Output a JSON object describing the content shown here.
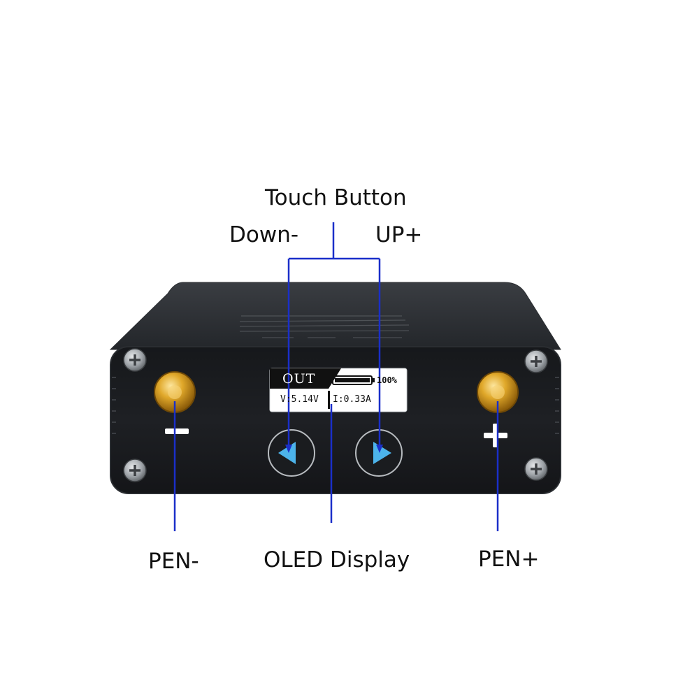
{
  "labels": {
    "touch_button": "Touch Button",
    "down": "Down-",
    "up": "UP+",
    "oled_display": "OLED Display",
    "pen_minus": "PEN-",
    "pen_plus": "PEN+"
  },
  "oled": {
    "mode": "OUT",
    "battery": "100%",
    "battery_level": 1.0,
    "voltage": "V:5.14V",
    "current": "I:0.33A"
  },
  "terminal_marks": {
    "minus": "−",
    "plus": "+"
  },
  "colors": {
    "callout_line": "#1a2fc9",
    "enclosure": "#1c1e21",
    "terminal": "#d9a21c",
    "button_arrow": "#4cb3ea",
    "oled_bg": "#ffffff"
  }
}
